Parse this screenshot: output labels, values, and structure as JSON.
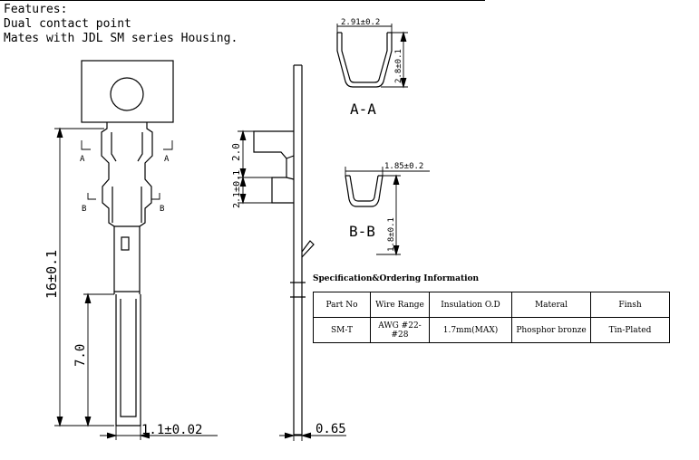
{
  "features": {
    "heading": "Features:",
    "line1": "Dual contact point",
    "line2": "Mates with JDL SM series Housing."
  },
  "front_view": {
    "section_a": "A",
    "section_b": "B",
    "total_length": "16±0.1",
    "lower_length": "7.0",
    "width": "1.1±0.02"
  },
  "side_view": {
    "dim_upper": "2.0",
    "dim_lower": "2.1±0.1",
    "thickness": "0.65"
  },
  "section_aa": {
    "width": "2.91±0.2",
    "height": "2.8±0.1",
    "label": "A-A"
  },
  "section_bb": {
    "width": "1.85±0.2",
    "height": "1.8±0.1",
    "label": "B-B"
  },
  "spec": {
    "title": "Specification&Ordering Information",
    "headers": [
      "Part No",
      "Wire Range",
      "Insulation O.D",
      "Materal",
      "Finsh"
    ],
    "row": [
      "SM-T",
      "AWG #22-#28",
      "1.7mm(MAX)",
      "Phosphor bronze",
      "Tin-Plated"
    ]
  }
}
